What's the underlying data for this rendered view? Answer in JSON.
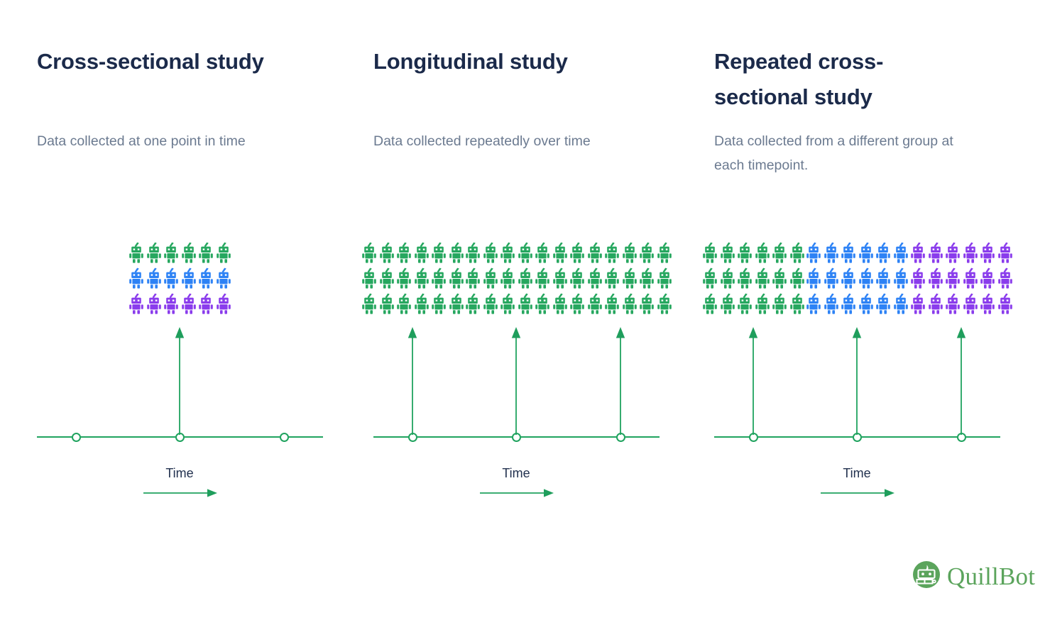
{
  "theme": {
    "background": "#ffffff",
    "title_color": "#1b2a4a",
    "subtitle_color": "#6b7a90",
    "green": "#20a35f",
    "robot_green": "#26a75f",
    "robot_blue": "#2d82f5",
    "robot_purple": "#8a3cec",
    "logo_green": "#5ba45c"
  },
  "columns": [
    {
      "id": "cross-sectional",
      "title": "Cross-sectional study",
      "subtitle": "Data collected at one point in time",
      "time_label": "Time",
      "timepoints": 3,
      "sampled_timepoints": [
        2
      ],
      "groups": [
        {
          "at_timepoint": 2,
          "rows": [
            {
              "color": "#26a75f",
              "count": 6
            },
            {
              "color": "#2d82f5",
              "count": 6
            },
            {
              "color": "#8a3cec",
              "count": 6
            }
          ]
        }
      ]
    },
    {
      "id": "longitudinal",
      "title": "Longitudinal study",
      "subtitle": "Data collected repeatedly over time",
      "time_label": "Time",
      "timepoints": 3,
      "sampled_timepoints": [
        1,
        2,
        3
      ],
      "groups": [
        {
          "at_timepoint": 1,
          "rows": [
            {
              "color": "#26a75f",
              "count": 6
            },
            {
              "color": "#26a75f",
              "count": 6
            },
            {
              "color": "#26a75f",
              "count": 6
            }
          ]
        },
        {
          "at_timepoint": 2,
          "rows": [
            {
              "color": "#26a75f",
              "count": 6
            },
            {
              "color": "#26a75f",
              "count": 6
            },
            {
              "color": "#26a75f",
              "count": 6
            }
          ]
        },
        {
          "at_timepoint": 3,
          "rows": [
            {
              "color": "#26a75f",
              "count": 6
            },
            {
              "color": "#26a75f",
              "count": 6
            },
            {
              "color": "#26a75f",
              "count": 6
            }
          ]
        }
      ]
    },
    {
      "id": "repeated-cross-sectional",
      "title": "Repeated cross-sectional study",
      "subtitle": "Data collected from a different group at each timepoint.",
      "time_label": "Time",
      "timepoints": 3,
      "sampled_timepoints": [
        1,
        2,
        3
      ],
      "groups": [
        {
          "at_timepoint": 1,
          "rows": [
            {
              "color": "#26a75f",
              "count": 6
            },
            {
              "color": "#26a75f",
              "count": 6
            },
            {
              "color": "#26a75f",
              "count": 6
            }
          ]
        },
        {
          "at_timepoint": 2,
          "rows": [
            {
              "color": "#2d82f5",
              "count": 6
            },
            {
              "color": "#2d82f5",
              "count": 6
            },
            {
              "color": "#2d82f5",
              "count": 6
            }
          ]
        },
        {
          "at_timepoint": 3,
          "rows": [
            {
              "color": "#8a3cec",
              "count": 6
            },
            {
              "color": "#8a3cec",
              "count": 6
            },
            {
              "color": "#8a3cec",
              "count": 6
            }
          ]
        }
      ]
    }
  ],
  "logo": {
    "text": "QuillBot",
    "icon": "quillbot-robot-icon"
  },
  "chart_data": {
    "type": "diagram",
    "title": "Cross-sectional vs Longitudinal vs Repeated cross-sectional study designs",
    "panels": [
      {
        "name": "Cross-sectional study",
        "description": "Data collected at one point in time",
        "timeline_points": 3,
        "measurement_timepoints": [
          2
        ],
        "samples": [
          {
            "timepoint": 2,
            "subgroups": [
              {
                "color": "green",
                "n": 6
              },
              {
                "color": "blue",
                "n": 6
              },
              {
                "color": "purple",
                "n": 6
              }
            ],
            "total": 18
          }
        ]
      },
      {
        "name": "Longitudinal study",
        "description": "Data collected repeatedly over time",
        "timeline_points": 3,
        "measurement_timepoints": [
          1,
          2,
          3
        ],
        "samples": [
          {
            "timepoint": 1,
            "subgroups": [
              {
                "color": "green",
                "n": 18
              }
            ],
            "total": 18
          },
          {
            "timepoint": 2,
            "subgroups": [
              {
                "color": "green",
                "n": 18
              }
            ],
            "total": 18
          },
          {
            "timepoint": 3,
            "subgroups": [
              {
                "color": "green",
                "n": 18
              }
            ],
            "total": 18
          }
        ]
      },
      {
        "name": "Repeated cross-sectional study",
        "description": "Data collected from a different group at each timepoint.",
        "timeline_points": 3,
        "measurement_timepoints": [
          1,
          2,
          3
        ],
        "samples": [
          {
            "timepoint": 1,
            "subgroups": [
              {
                "color": "green",
                "n": 18
              }
            ],
            "total": 18
          },
          {
            "timepoint": 2,
            "subgroups": [
              {
                "color": "blue",
                "n": 18
              }
            ],
            "total": 18
          },
          {
            "timepoint": 3,
            "subgroups": [
              {
                "color": "purple",
                "n": 18
              }
            ],
            "total": 18
          }
        ]
      }
    ],
    "xlabel": "Time",
    "legend": []
  }
}
